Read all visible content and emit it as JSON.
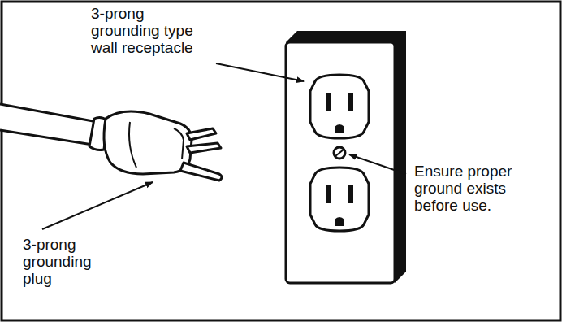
{
  "diagram": {
    "labels": [
      "3-prong grounding type wall receptacle",
      "Ensure proper ground exists before use.",
      "3-prong grounding plug"
    ]
  }
}
